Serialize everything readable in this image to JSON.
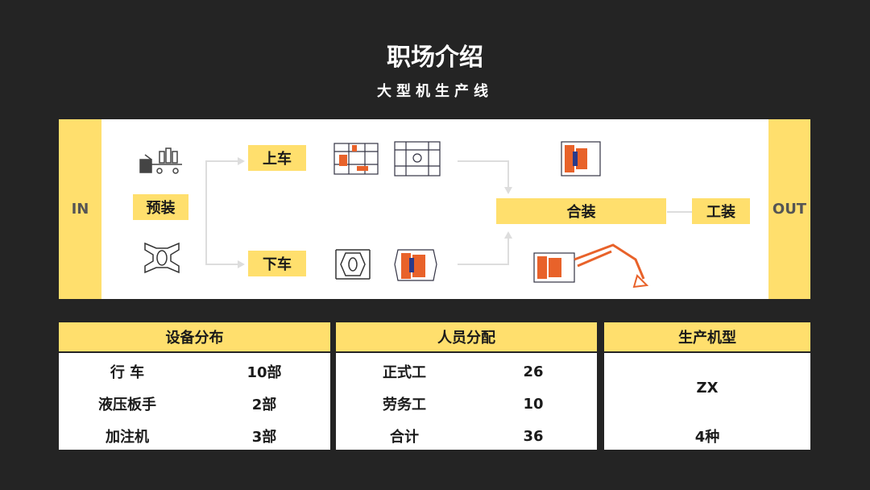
{
  "title": "职场介绍",
  "subtitle": "大型机生产线",
  "flow": {
    "in_label": "IN",
    "out_label": "OUT",
    "preassembly": "预装",
    "upper": "上车",
    "lower": "下车",
    "assembly": "合装",
    "tooling": "工装"
  },
  "panels": {
    "equipment": {
      "header": "设备分布",
      "rows": [
        {
          "name": "行 车",
          "value": "10部"
        },
        {
          "name": "液压板手",
          "value": "2部"
        },
        {
          "name": "加注机",
          "value": "3部"
        }
      ]
    },
    "staff": {
      "header": "人员分配",
      "rows": [
        {
          "name": "正式工",
          "value": "26"
        },
        {
          "name": "劳务工",
          "value": "10"
        },
        {
          "name": "合计",
          "value": "36"
        }
      ]
    },
    "models": {
      "header": "生产机型",
      "line1": "ZX",
      "line2": "4种"
    }
  },
  "colors": {
    "accent": "#ffdf6d",
    "machine_orange": "#e8622a",
    "background": "#242424"
  }
}
